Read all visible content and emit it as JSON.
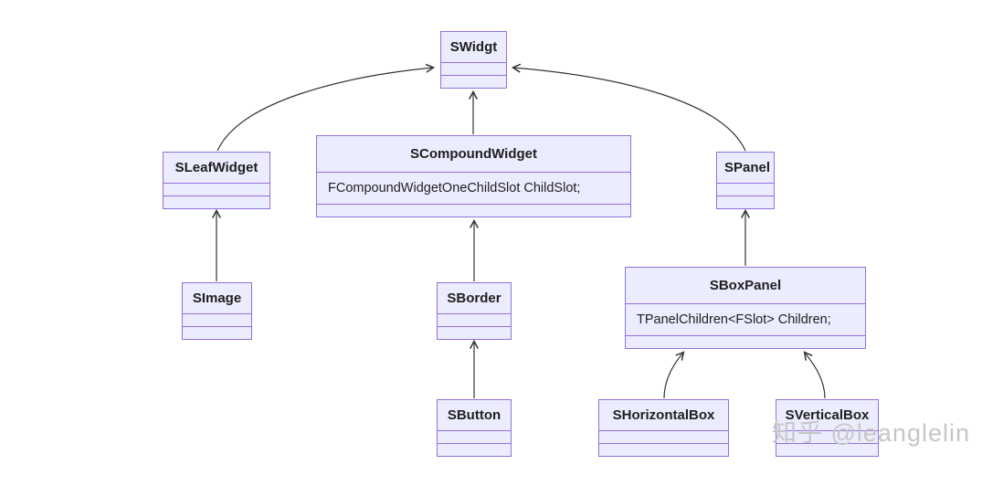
{
  "diagram": {
    "type": "uml-class-inheritance",
    "classes": {
      "swidgt": {
        "title": "SWidgt"
      },
      "sleafwidget": {
        "title": "SLeafWidget"
      },
      "scompoundwidget": {
        "title": "SCompoundWidget",
        "member": "FCompoundWidgetOneChildSlot ChildSlot;"
      },
      "spanel": {
        "title": "SPanel"
      },
      "simage": {
        "title": "SImage"
      },
      "sborder": {
        "title": "SBorder"
      },
      "sboxpanel": {
        "title": "SBoxPanel",
        "member": "TPanelChildren<FSlot> Children;"
      },
      "sbutton": {
        "title": "SButton"
      },
      "shorizontalbox": {
        "title": "SHorizontalBox"
      },
      "sverticalbox": {
        "title": "SVerticalBox"
      }
    },
    "relations": [
      {
        "from": "SLeafWidget",
        "to": "SWidgt"
      },
      {
        "from": "SCompoundWidget",
        "to": "SWidgt"
      },
      {
        "from": "SPanel",
        "to": "SWidgt"
      },
      {
        "from": "SImage",
        "to": "SLeafWidget"
      },
      {
        "from": "SBorder",
        "to": "SCompoundWidget"
      },
      {
        "from": "SBoxPanel",
        "to": "SPanel"
      },
      {
        "from": "SButton",
        "to": "SBorder"
      },
      {
        "from": "SHorizontalBox",
        "to": "SBoxPanel"
      },
      {
        "from": "SVerticalBox",
        "to": "SBoxPanel"
      }
    ],
    "colors": {
      "box_fill": "#ECECFF",
      "box_border": "#9370DB",
      "arrow": "#333333",
      "text": "#1f1f1f"
    }
  },
  "watermark": "知乎 @leanglelin"
}
